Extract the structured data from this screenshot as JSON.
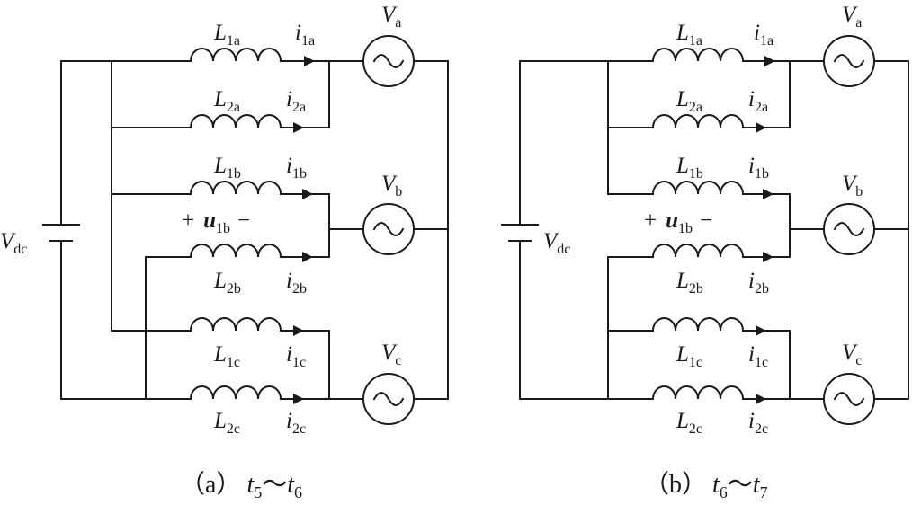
{
  "figure": {
    "panels": [
      {
        "id": "a",
        "caption": {
          "prefix": "（a）",
          "t_start": "t",
          "t_start_sub": "5",
          "separator": "～",
          "t_end": "t",
          "t_end_sub": "6"
        },
        "source_label": {
          "main": "V",
          "sub": "dc"
        },
        "sources": [
          {
            "main": "V",
            "sub": "a"
          },
          {
            "main": "V",
            "sub": "b"
          },
          {
            "main": "V",
            "sub": "c"
          }
        ],
        "inductors": [
          {
            "L": "L",
            "L_sub": "1a",
            "i": "i",
            "i_sub": "1a"
          },
          {
            "L": "L",
            "L_sub": "2a",
            "i": "i",
            "i_sub": "2a"
          },
          {
            "L": "L",
            "L_sub": "1b",
            "i": "i",
            "i_sub": "1b"
          },
          {
            "L": "L",
            "L_sub": "2b",
            "i": "i",
            "i_sub": "2b"
          },
          {
            "L": "L",
            "L_sub": "1c",
            "i": "i",
            "i_sub": "1c"
          },
          {
            "L": "L",
            "L_sub": "2c",
            "i": "i",
            "i_sub": "2c"
          }
        ],
        "voltage_label": {
          "plus": "+",
          "main": "u",
          "sub": "1b",
          "minus": "−"
        }
      },
      {
        "id": "b",
        "caption": {
          "prefix": "（b）",
          "t_start": "t",
          "t_start_sub": "6",
          "separator": "～",
          "t_end": "t",
          "t_end_sub": "7"
        },
        "source_label": {
          "main": "V",
          "sub": "dc"
        },
        "sources": [
          {
            "main": "V",
            "sub": "a"
          },
          {
            "main": "V",
            "sub": "b"
          },
          {
            "main": "V",
            "sub": "c"
          }
        ],
        "inductors": [
          {
            "L": "L",
            "L_sub": "1a",
            "i": "i",
            "i_sub": "1a"
          },
          {
            "L": "L",
            "L_sub": "2a",
            "i": "i",
            "i_sub": "2a"
          },
          {
            "L": "L",
            "L_sub": "1b",
            "i": "i",
            "i_sub": "1b"
          },
          {
            "L": "L",
            "L_sub": "2b",
            "i": "i",
            "i_sub": "2b"
          },
          {
            "L": "L",
            "L_sub": "1c",
            "i": "i",
            "i_sub": "1c"
          },
          {
            "L": "L",
            "L_sub": "2c",
            "i": "i",
            "i_sub": "2c"
          }
        ],
        "voltage_label": {
          "plus": "+",
          "main": "u",
          "sub": "1b",
          "minus": "−"
        }
      }
    ]
  }
}
